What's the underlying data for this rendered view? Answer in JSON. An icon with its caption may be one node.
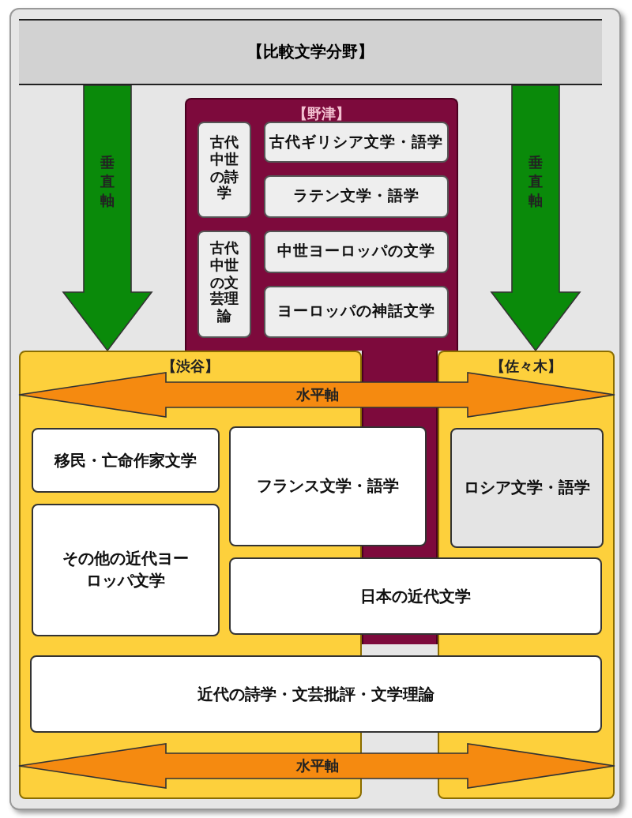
{
  "diagram": {
    "nodes": [
      {
        "text": [
          "【比較文学分野】"
        ]
      },
      {
        "text": [
          "【野津】"
        ]
      },
      {
        "text": [
          "古代中世の詩学"
        ],
        "in": 1
      },
      {
        "text": [
          "古代ギリシア文学・語学"
        ],
        "in": 1
      },
      {
        "text": [
          "ラテン文学・語学"
        ],
        "in": 1
      },
      {
        "text": [
          "古代中世の文芸理論"
        ],
        "in": 1
      },
      {
        "text": [
          "中世ヨーロッパの文学"
        ],
        "in": 1
      },
      {
        "text": [
          "ヨーロッパの神話文学"
        ],
        "in": 1
      },
      {
        "text": [
          "【渋谷】"
        ]
      },
      {
        "text": [
          "【佐々木】"
        ]
      },
      {
        "text": [
          "移民・亡命作家文学"
        ],
        "in": 8
      },
      {
        "text": [
          "フランス文学・語学"
        ]
      },
      {
        "text": [
          "ロシア文学・語学"
        ],
        "in": 9
      },
      {
        "text": [
          "その他の近代ヨーロッパ文学"
        ],
        "in": 8
      },
      {
        "text": [
          "日本の近代文学"
        ]
      },
      {
        "text": [
          "近代の詩学・文芸批評・文学理論"
        ]
      }
    ],
    "edges": [
      {
        "from": 0,
        "to": 8,
        "arrow": "to",
        "label": "垂直軸",
        "color": "#0a8a0a"
      },
      {
        "from": 0,
        "to": 9,
        "arrow": "to",
        "label": "垂直軸",
        "color": "#0a8a0a"
      },
      {
        "from": 8,
        "to": 9,
        "arrow": "both",
        "label": "水平軸",
        "color": "#f58a10"
      },
      {
        "from": 8,
        "to": 9,
        "arrow": "both",
        "label": "水平軸",
        "color": "#f58a10"
      }
    ]
  }
}
